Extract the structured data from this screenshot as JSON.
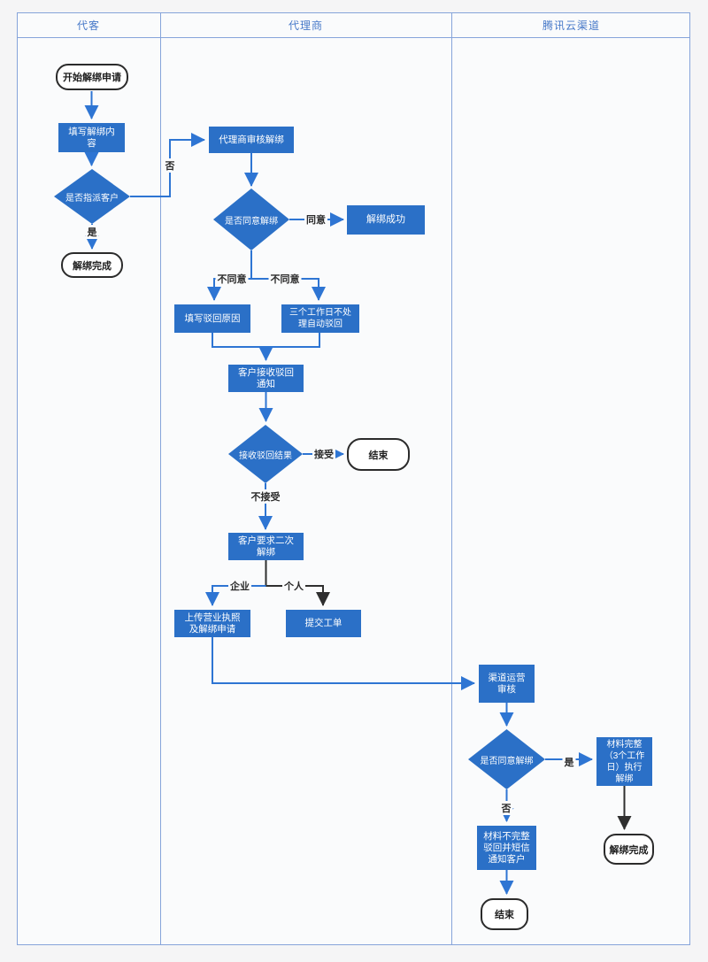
{
  "lanes": [
    {
      "label": "代客"
    },
    {
      "label": "代理商"
    },
    {
      "label": "腾讯云渠道"
    }
  ],
  "nodes": {
    "start": {
      "label": "开始解绑申请",
      "type": "terminal"
    },
    "fill_content": {
      "label": "填写解绑内\n容",
      "type": "process"
    },
    "assign_customer": {
      "label": "是否指派客户",
      "type": "decision"
    },
    "unbind_done_1": {
      "label": "解绑完成",
      "type": "terminal"
    },
    "agent_review": {
      "label": "代理商审核解绑",
      "type": "process"
    },
    "agree_unbind_1": {
      "label": "是否同意解绑",
      "type": "decision"
    },
    "unbind_success": {
      "label": "解绑成功",
      "type": "process"
    },
    "reject_reason": {
      "label": "填写驳回原因",
      "type": "process"
    },
    "auto_reject": {
      "label": "三个工作日不处\n理自动驳回",
      "type": "process"
    },
    "receive_notice": {
      "label": "客户接收驳回\n通知",
      "type": "process"
    },
    "receive_result": {
      "label": "接收驳回结果",
      "type": "decision"
    },
    "end_1": {
      "label": "结束",
      "type": "terminal"
    },
    "second_unbind": {
      "label": "客户要求二次\n解绑",
      "type": "process"
    },
    "upload_license": {
      "label": "上传营业执照\n及解绑申请",
      "type": "process"
    },
    "submit_ticket": {
      "label": "提交工单",
      "type": "process"
    },
    "channel_review": {
      "label": "渠道运营\n审核",
      "type": "process"
    },
    "agree_unbind_2": {
      "label": "是否同意解绑",
      "type": "decision"
    },
    "complete_exec": {
      "label": "材料完整\n（3个工作\n日）执行\n解绑",
      "type": "process"
    },
    "incomplete_reject": {
      "label": "材料不完整\n驳回并短信\n通知客户",
      "type": "process"
    },
    "end_2": {
      "label": "结束",
      "type": "terminal"
    },
    "unbind_done_2": {
      "label": "解绑完成",
      "type": "terminal"
    }
  },
  "edge_labels": {
    "no_1": "否",
    "yes_1": "是",
    "agree": "同意",
    "disagree_left": "不同意",
    "disagree_right": "不同意",
    "accept": "接受",
    "not_accept": "不接受",
    "enterprise": "企业",
    "personal": "个人",
    "yes_2": "是",
    "no_2": "否"
  },
  "colors": {
    "shape_blue": "#2b70c7",
    "line_blue": "#2e75d3",
    "line_black": "#2f2f2f",
    "frame_blue": "#86a4da",
    "lane_title_blue": "#4678c8",
    "canvas_bg": "#fafbfc"
  }
}
